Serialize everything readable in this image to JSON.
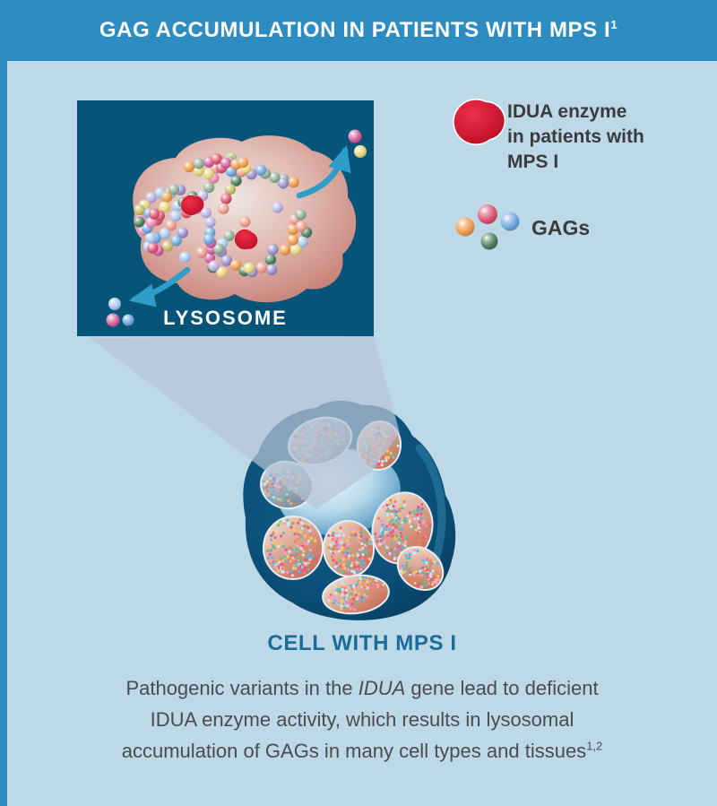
{
  "header": {
    "title": "GAG ACCUMULATION IN PATIENTS WITH MPS I",
    "title_sup": "1"
  },
  "legend": {
    "idua": {
      "icon": "red-crescent-enzyme-icon",
      "label": "IDUA enzyme\nin patients with\nMPS I"
    },
    "gags": {
      "icon": "gag-spheres-icon",
      "label": "GAGs"
    }
  },
  "diagram": {
    "lysosome_label": "LYSOSOME",
    "cell_label": "CELL WITH MPS I"
  },
  "caption": {
    "lines": [
      [
        {
          "t": "Pathogenic variants in the "
        },
        {
          "t": "IDUA",
          "style": "italic"
        },
        {
          "t": " gene lead to deficient"
        }
      ],
      [
        {
          "t": "IDUA enzyme activity, which results in lysosomal"
        }
      ],
      [
        {
          "t": "accumulation of GAGs in many cell types and tissues"
        },
        {
          "t": "1,2",
          "style": "sup"
        }
      ]
    ]
  },
  "colors": {
    "header_bg": "#2d8dc3",
    "background": "#bdd9e8",
    "panel_bg": "#065579",
    "beam": "#b6c4d5",
    "arrow": "#2f9dc9",
    "enzyme_red": "#d4132e",
    "cell_label_teal": "#1b6d98",
    "body_text": "#4b4b4e",
    "legend_text": "#3b3b3e"
  }
}
